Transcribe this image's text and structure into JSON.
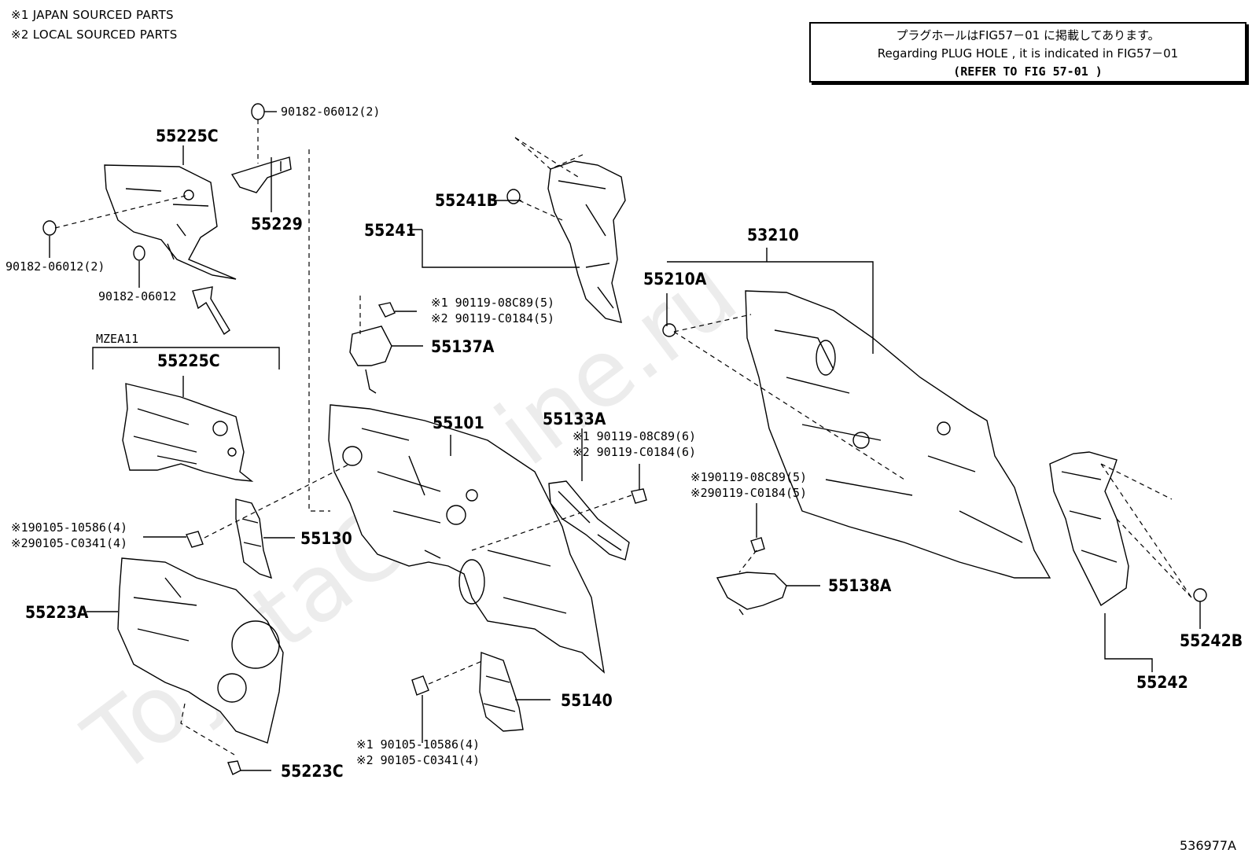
{
  "legend": {
    "japan": "※1  JAPAN SOURCED PARTS",
    "local": "※2  LOCAL SOURCED PARTS"
  },
  "note": {
    "line1": "プラグホールはFIG57－01 に掲載してあります。",
    "line2": "Regarding  PLUG HOLE , it is indicated in FIG57－01",
    "line3": "(REFER TO FIG 57-01  )"
  },
  "watermark": "ToyotaCarLine.ru",
  "figure_code": "536977A",
  "labels": {
    "p55225C_top": "55225C",
    "p55229": "55229",
    "p90182_top": "90182-06012(2)",
    "p90182_left2": "90182-06012(2)",
    "p90182_single": "90182-06012",
    "mzea": "MZEA11",
    "p55225C_low": "55225C",
    "p55241B": "55241B",
    "p55241": "55241",
    "bolt1_a": "※1 90119-08C89(5)",
    "bolt1_b": "※2 90119-C0184(5)",
    "p55137A": "55137A",
    "p55101": "55101",
    "p55133A": "55133A",
    "bolt2_a": "※1 90119-08C89(6)",
    "bolt2_b": "※2 90119-C0184(6)",
    "p53210": "53210",
    "p55210A": "55210A",
    "bolt3_a": "※190119-08C89(5)",
    "bolt3_b": "※290119-C0184(5)",
    "p55138A": "55138A",
    "bolt4_a": "※190105-10586(4)",
    "bolt4_b": "※290105-C0341(4)",
    "p55130": "55130",
    "p55223A": "55223A",
    "p55223C": "55223C",
    "p55140": "55140",
    "bolt5_a": "※1 90105-10586(4)",
    "bolt5_b": "※2 90105-C0341(4)",
    "p55242B": "55242B",
    "p55242": "55242"
  }
}
